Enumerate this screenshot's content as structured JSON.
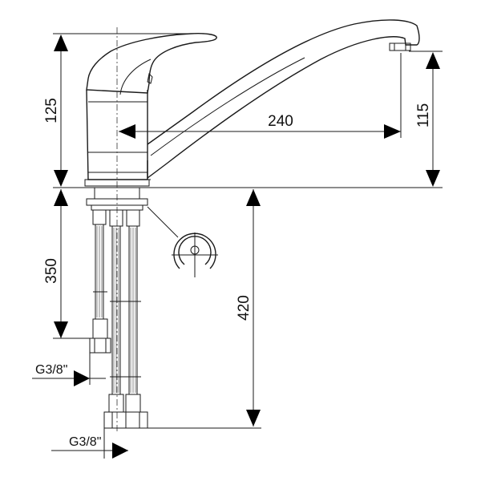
{
  "dimensions": {
    "body_height": "125",
    "spout_height": "115",
    "spout_reach": "240",
    "hose_short": "350",
    "hose_long": "420"
  },
  "thread_labels": {
    "short_hose": "G3/8\"",
    "long_hose": "G3/8\""
  },
  "icons": [
    "faucet-body",
    "mounting-hoses",
    "mounting-clip-detail"
  ]
}
